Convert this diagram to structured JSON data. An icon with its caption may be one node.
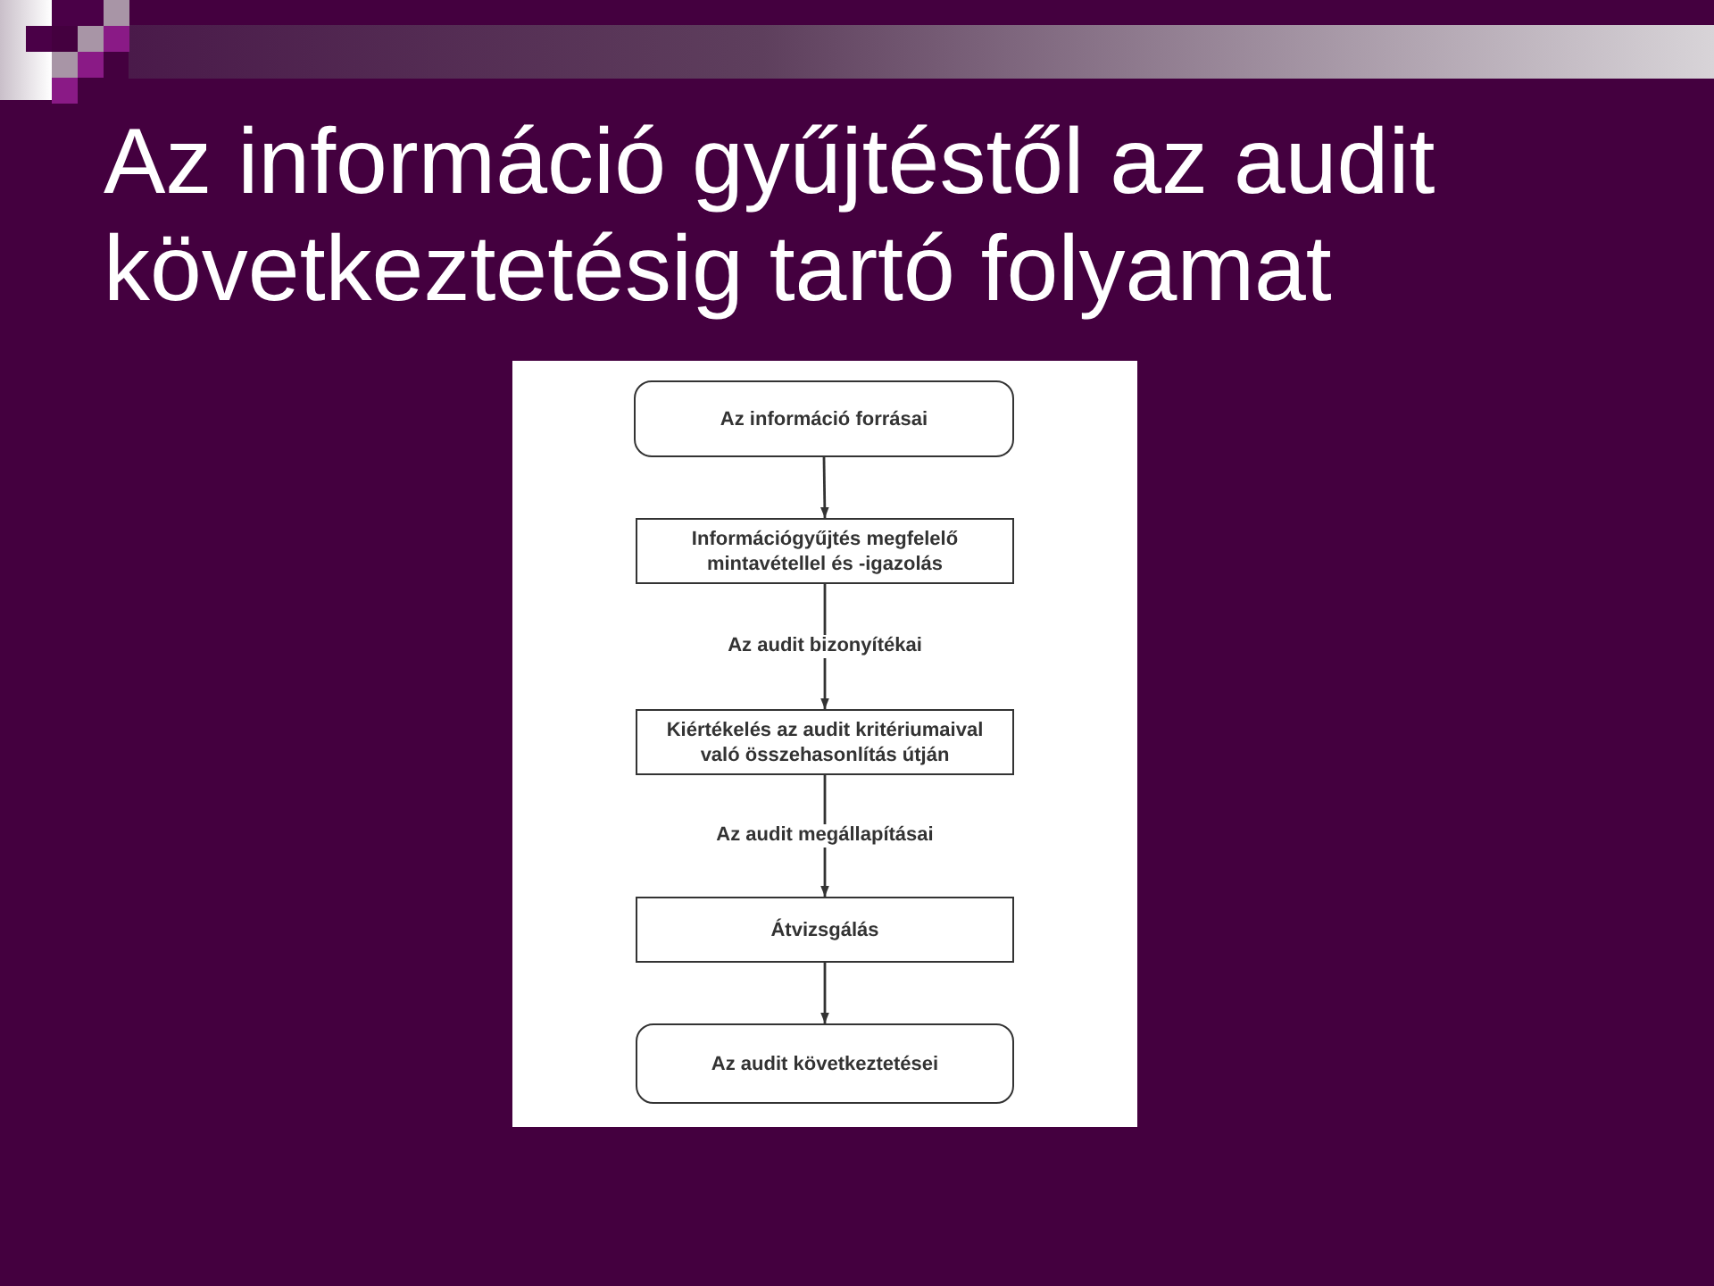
{
  "diagram": {
    "title": "Az információ gyűjtéstől az audit következtetésig tartó folyamat",
    "nodes": [
      {
        "text": [],
        "shape": "box"
      },
      {
        "text": [
          "Az információ forrásai"
        ],
        "in": 0
      },
      {
        "text": [
          "Információgyűjtés megfelelő mintavétellel és -igazolás"
        ],
        "in": 0
      },
      {
        "text": [
          "Kiértékelés az audit kritériumaival való összehasonlítás útján"
        ],
        "in": 0
      },
      {
        "text": [
          "Átvizsgálás"
        ],
        "in": 0
      },
      {
        "text": [
          "Az audit következtetései"
        ],
        "in": 0
      }
    ],
    "edges": [
      {
        "from": 1,
        "to": 2,
        "arrow": "to"
      },
      {
        "from": 2,
        "to": 3,
        "arrow": "to",
        "label": "Az audit bizonyítékai"
      },
      {
        "from": 3,
        "to": 4,
        "arrow": "to",
        "label": "Az audit megállapításai"
      },
      {
        "from": 4,
        "to": 5,
        "arrow": "to"
      }
    ]
  }
}
